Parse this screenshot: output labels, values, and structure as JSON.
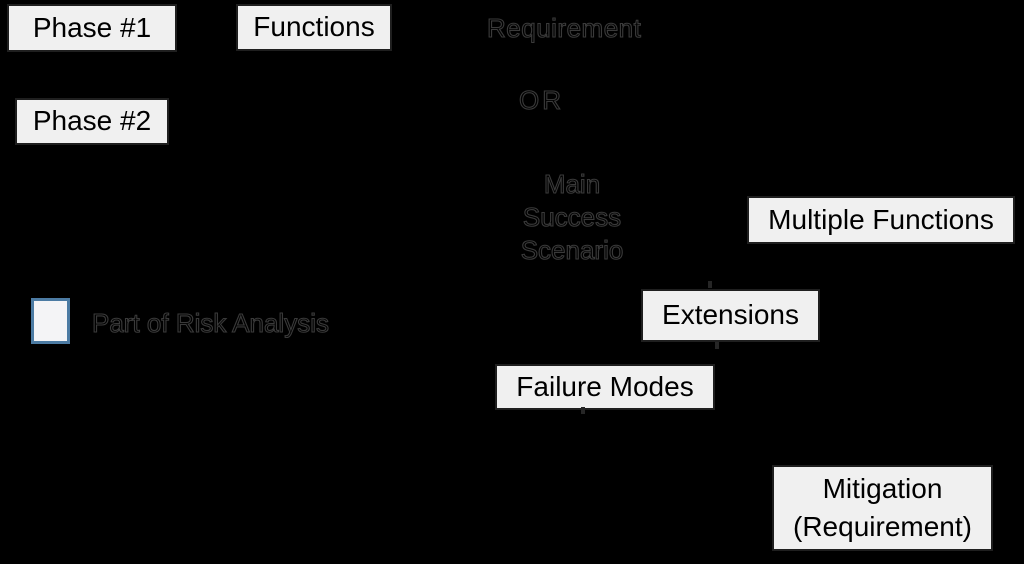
{
  "colors": {
    "background": "#000000",
    "callout_fill": "#f0f0f0",
    "callout_border": "#1f1f1f",
    "callout_text": "#000000",
    "legend_fill": "#f4f4f6",
    "legend_border": "#4c7ba3",
    "faint_text_edge": "#3a3a3a"
  },
  "callouts": {
    "phase1": "Phase #1",
    "functions": "Functions",
    "phase2": "Phase #2",
    "multiple_functions": "Multiple Functions",
    "extensions": "Extensions",
    "failure_modes": "Failure Modes",
    "mitigation_line1": "Mitigation",
    "mitigation_line2": "(Requirement)"
  },
  "faint": {
    "requirement": "Requirement",
    "or": "OR",
    "main": "Main",
    "success": "Success",
    "scenario": "Scenario",
    "part_of_risk_analysis": "Part of Risk Analysis"
  }
}
